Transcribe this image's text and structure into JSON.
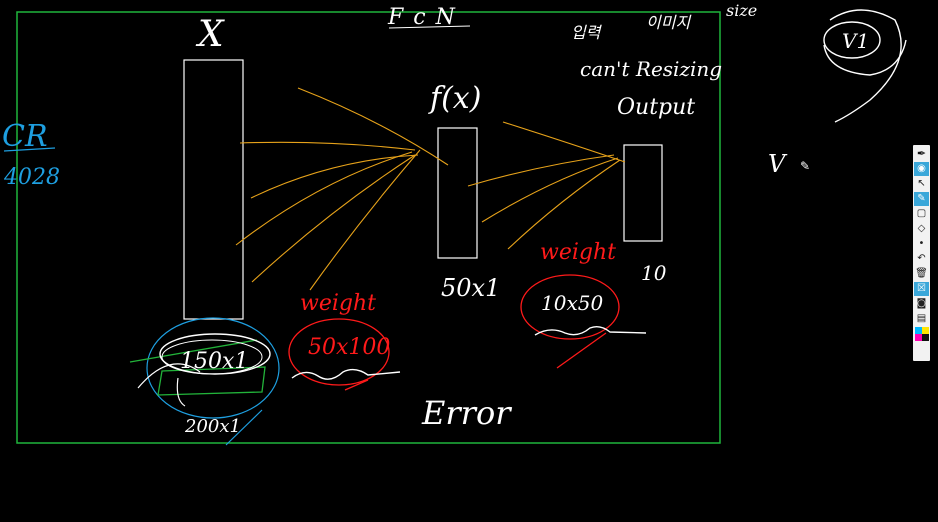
{
  "board": {
    "title": "FcN",
    "input_label": "X",
    "hidden_label": "f(x)",
    "output_label": "Output",
    "side_note": "CR 4028",
    "v_label": "V",
    "annot_korean_1": "입력",
    "annot_korean_2": "이미지",
    "annot_size": "size",
    "annot_cant": "can't Resizing",
    "circle_label": "V1",
    "input_dim_1": "150x1",
    "input_dim_2": "200x1",
    "hidden_dim": "50x1",
    "output_dim": "10",
    "weight_label": "weight",
    "weight1_dim": "50x100",
    "weight2_dim": "10x50",
    "error_label": "Error"
  },
  "colors": {
    "frame": "#1fb53c",
    "ink": "#ffffff",
    "blue": "#1e9fe0",
    "red": "#ff1a1a",
    "orange": "#e6a21a",
    "green": "#22b33a"
  },
  "toolbar": {
    "tools": [
      "pen-icon",
      "eye-icon",
      "select-arrow-icon",
      "highlighter-icon",
      "rectangle-icon",
      "eraser-icon",
      "dot-icon",
      "undo-icon",
      "trash-icon",
      "close-board-icon",
      "camera-icon",
      "clipboard-icon"
    ],
    "palette": [
      "#00b7ff",
      "#ffe600",
      "#ff00b4",
      "#111111"
    ]
  }
}
